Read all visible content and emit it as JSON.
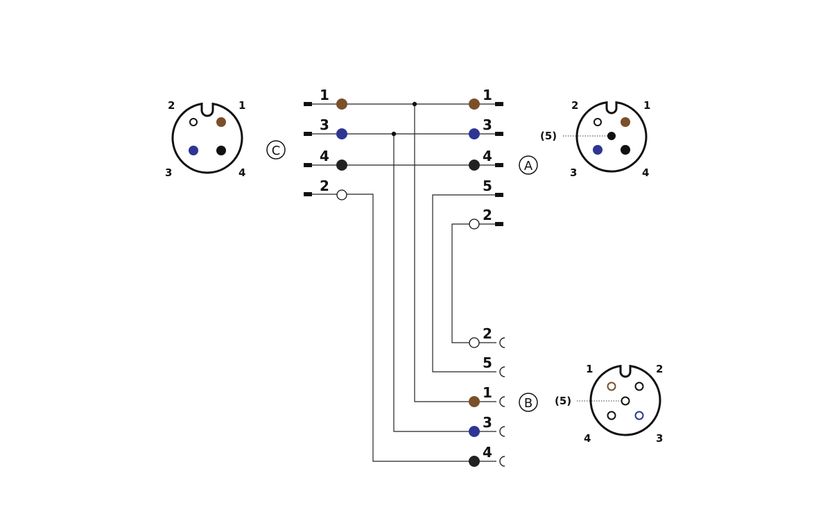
{
  "colors": {
    "brown": "#7a4f2a",
    "blue": "#2e3592",
    "black": "#111111",
    "white": "#ffffff",
    "line": "#222222"
  },
  "connectors": {
    "c": {
      "label": "C",
      "pins": {
        "p1": "1",
        "p2": "2",
        "p3": "3",
        "p4": "4"
      }
    },
    "a": {
      "label": "A",
      "pins": {
        "p1": "1",
        "p2": "2",
        "p3": "3",
        "p4": "4",
        "p5": "(5)"
      }
    },
    "b": {
      "label": "B",
      "pins": {
        "p1": "1",
        "p2": "2",
        "p3": "3",
        "p4": "4",
        "p5": "(5)"
      }
    }
  },
  "wires": {
    "left": [
      "1",
      "3",
      "4",
      "2"
    ],
    "a_side": [
      "1",
      "3",
      "4",
      "5",
      "2"
    ],
    "b_side": [
      "2",
      "5",
      "1",
      "3",
      "4"
    ]
  }
}
